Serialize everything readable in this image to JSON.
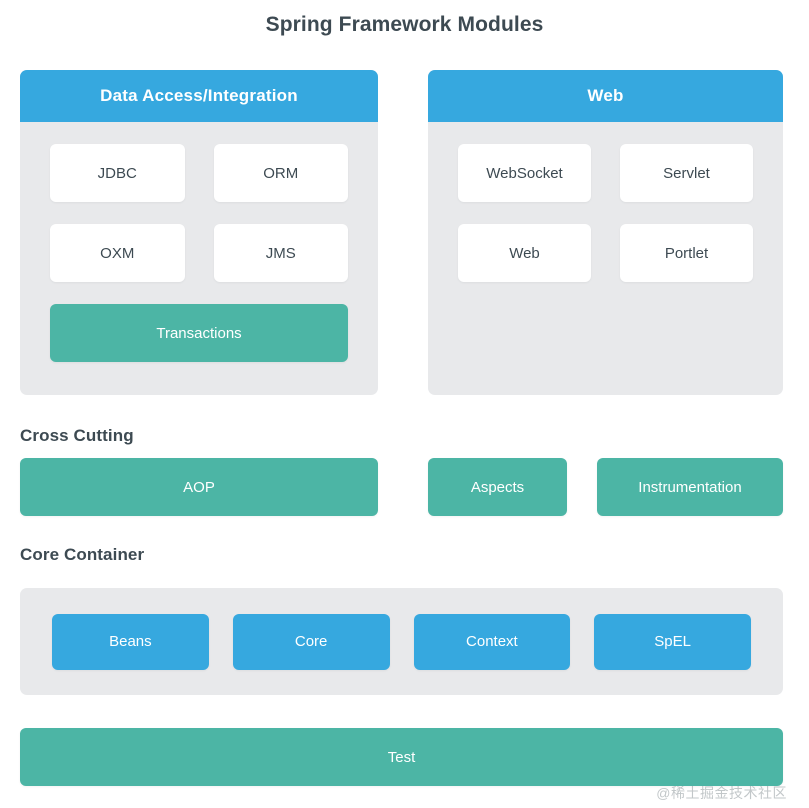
{
  "title": "Spring Framework Modules",
  "colors": {
    "blue": "#36a8df",
    "teal": "#4cb5a5",
    "panel_gray": "#e8e9eb",
    "card_white": "#ffffff",
    "text_dark": "#3d4a52",
    "background": "#ffffff"
  },
  "panels": [
    {
      "header": "Data Access/Integration",
      "rows": [
        [
          "JDBC",
          "ORM"
        ],
        [
          "OXM",
          "JMS"
        ]
      ],
      "full_width_item": "Transactions"
    },
    {
      "header": "Web",
      "rows": [
        [
          "WebSocket",
          "Servlet"
        ],
        [
          "Web",
          "Portlet"
        ]
      ],
      "full_width_item": null
    }
  ],
  "cross_cutting": {
    "label": "Cross Cutting",
    "items": [
      "AOP",
      "Aspects",
      "Instrumentation"
    ]
  },
  "core_container": {
    "label": "Core Container",
    "items": [
      "Beans",
      "Core",
      "Context",
      "SpEL"
    ]
  },
  "test": {
    "label": "Test"
  },
  "watermark": "@稀土掘金技术社区"
}
